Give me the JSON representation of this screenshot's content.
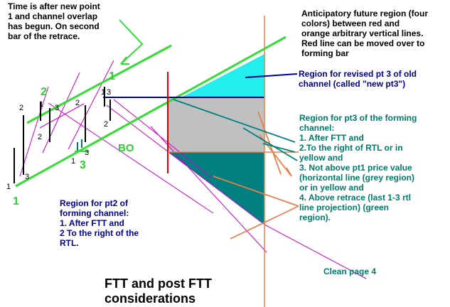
{
  "colors": {
    "channel_green": "#33dd33",
    "label_green": "#33cc33",
    "purple": "#cc00cc",
    "navy": "#000080",
    "red": "#dd0000",
    "orange": "#e8804a",
    "cyan": "#22eeee",
    "grey": "#c0c0c0",
    "teal": "#008080",
    "yellow": "#ffff00",
    "blue_text": "#000090",
    "teal_text": "#007b6b",
    "black": "#000000"
  },
  "annotations": {
    "time_note": [
      "Time is after new point",
      "1 and channel overlap",
      "has begun.  On second",
      "bar of the retrace."
    ],
    "anticipatory": [
      "Anticipatory future region (four",
      "colors) between red and",
      "orange arbitrary vertical lines.",
      "Red line can be moved over to",
      "forming bar"
    ],
    "revised_pt3": [
      "Region for revised pt 3 of old",
      "channel (called \"new pt3\")"
    ],
    "pt3_region": [
      "Region for pt3 of the forming",
      "channel:",
      "1. After FTT and",
      "2.To the right of RTL or in",
      "yellow and",
      "3. Not above pt1 price value",
      "(horizontal line (grey region)",
      "or in yellow and",
      "4. Above retrace (last 1-3 rtl",
      "line projection) (green",
      "region)."
    ],
    "pt2_region": [
      "Region for pt2 of",
      "forming channel:",
      "1. After FTT and",
      "2 To the right of the",
      "RTL."
    ],
    "clean_page": "Clean page 4",
    "title": [
      "FTT and post FTT",
      "considerations"
    ]
  },
  "chart_labels": {
    "pt1_small_left": "1",
    "pt3_small_left": "3",
    "pt2_bar1": "2",
    "pt1_bar2": "1",
    "pt3_bar2": "3",
    "pt2_bar2": "2",
    "pt2_bar3": "2",
    "pt1_bar3": "1",
    "pt3_bar3": "3",
    "pt1_bar4": "1",
    "pt3_bar4": "3",
    "pt2_bar4": "2",
    "green_pt1_left": "1",
    "green_pt2": "2",
    "green_pt3": "3",
    "green_pt1_top": "1",
    "bo": "BO"
  }
}
